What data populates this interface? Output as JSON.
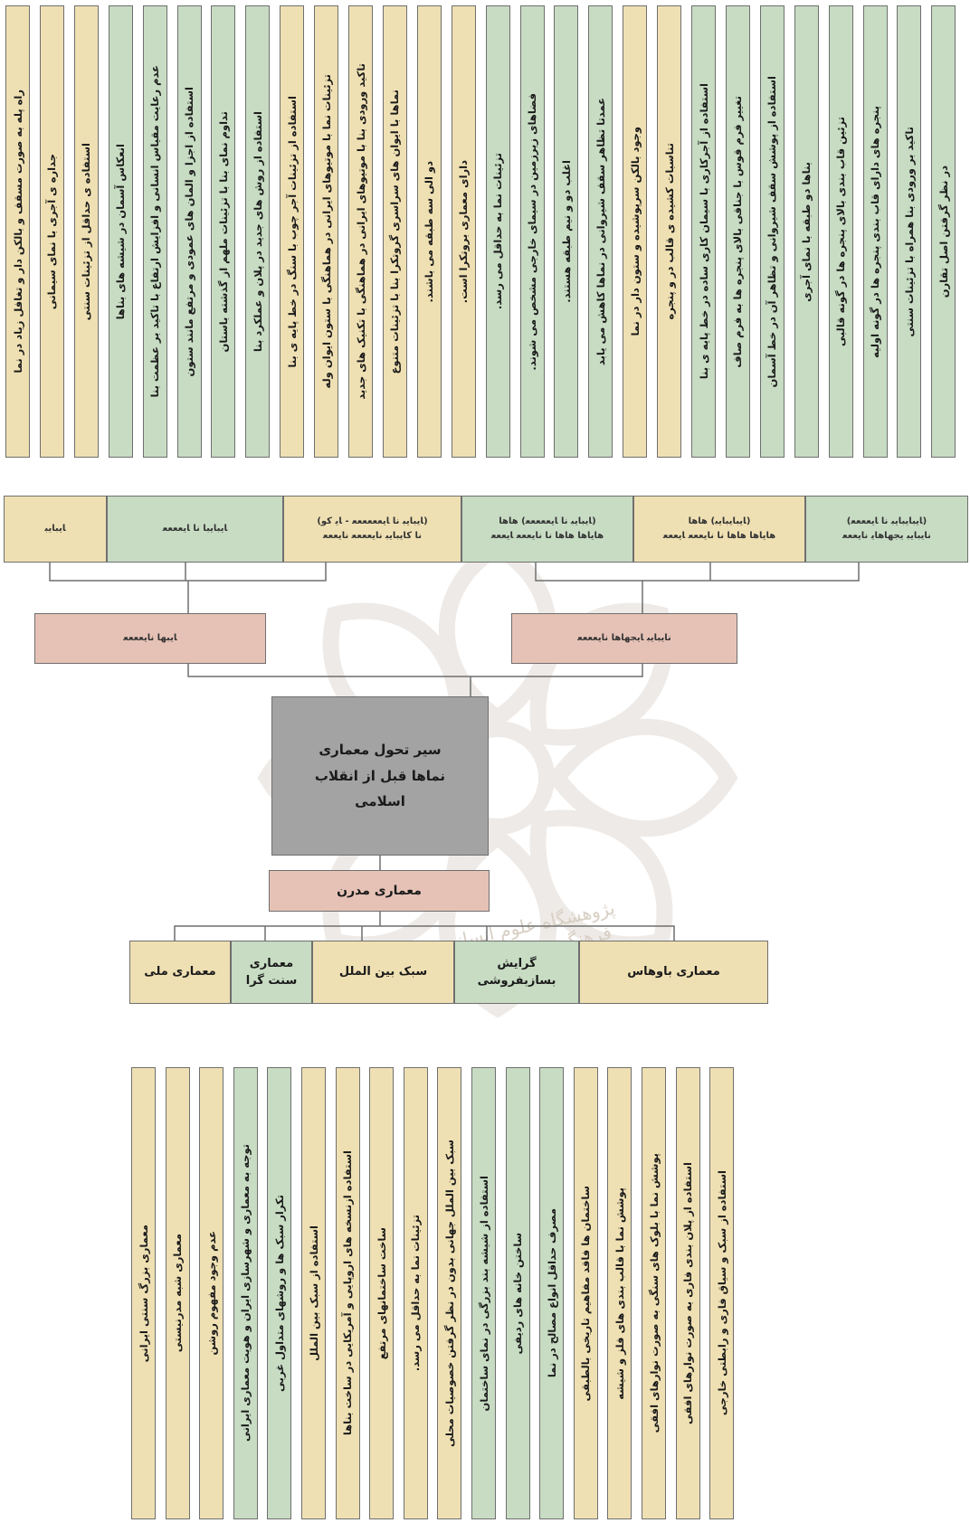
{
  "top_columns": [
    {
      "text": "در نظر گرفتن اصل تقارن",
      "color": "g"
    },
    {
      "text": "تاکید بر ورودی بنا همراه با تزئینات سنتی",
      "color": "g"
    },
    {
      "text": "پنجره های دارای قاب بندی پنجره ها در گونه اولیه",
      "color": "g"
    },
    {
      "text": "تزئین قاب بندی بالای پنجره ها در گونه قالبی",
      "color": "g"
    },
    {
      "text": "بناها دو طبقه با نمای آجری",
      "color": "g"
    },
    {
      "text": "استفاده از پوشش سقف شیروانی و تظاهر آن در خط آسمان",
      "color": "g"
    },
    {
      "text": "تغییر فرم قوس با جناقی بالای پنجره ها به فرم صاف",
      "color": "g"
    },
    {
      "text": "استفاده از آجرکاری با سیمان کاری ساده در خط پایه ی بنا",
      "color": "g"
    },
    {
      "text": "تناسبات کشیده ی قالب در و پنجره",
      "color": "y"
    },
    {
      "text": "وجود بالکن سرپوشیده و ستون دار در نما",
      "color": "y"
    },
    {
      "text": "عمدتا تظاهر سقف شیروانی در نماها کاهش می یابد",
      "color": "g"
    },
    {
      "text": "اغلب دو و نیم طبقه هستند.",
      "color": "g"
    },
    {
      "text": "فضاهای زیرزمین در سیمای خارجی مشخص می شوند.",
      "color": "g"
    },
    {
      "text": "تزئینات نما به حداقل می رسد.",
      "color": "g"
    },
    {
      "text": "دارای معماری بروتکرا است.",
      "color": "y"
    },
    {
      "text": "دو الی سه طبقه می باشند.",
      "color": "y"
    },
    {
      "text": "نماها با ایوان های سراسری گروتکرا بنا با تزئینات متنوع",
      "color": "y"
    },
    {
      "text": "تاکید ورودی بنا با موتیوهای ایرانی در هماهنگی با تکنیک های جدید",
      "color": "y"
    },
    {
      "text": "تزئینات نما با موتیوهای ایرانی در هماهنگی با ستون ایوان وله",
      "color": "y"
    },
    {
      "text": "استفاده از تزئینات آجر چوب با سنگ در خط پایه ی بنا",
      "color": "y"
    },
    {
      "text": "استفاده از روش های جدید در پلان و عملکرد بنا",
      "color": "g"
    },
    {
      "text": "تداوم نمای بنا با تزئینات ملهم از گذشته باستان",
      "color": "g"
    },
    {
      "text": "استفاده از اجزا و المان های عمودی و مرتفع مانند ستون",
      "color": "g"
    },
    {
      "text": "عدم رعایت مقیاس انسانی و افزایش ارتفاع با تاکید بر عظمت بنا",
      "color": "g"
    },
    {
      "text": "انعکاس آسمان در شیشه های بناها",
      "color": "g"
    },
    {
      "text": "استفاده ی حداقل از تزئینات سنتی",
      "color": "y"
    },
    {
      "text": "جداره ی آجری با نمای سیمانی",
      "color": "y"
    },
    {
      "text": "راه پله به صورت مسقف و بالکن دار و تغافل زیاد در نما",
      "color": "y"
    }
  ],
  "mid_boxes": [
    {
      "line1": "(ﺎﻳﺒﺎﻳﺒﺎﻳﺒ ﻧﺎ ﺎﻳﻌﻌﻌﻌ)",
      "line2": "ﻧﺎﻳﺒﺎﻳﺒ ﻳﺠﻬﺎﻫﺎﻳ ﻧﺎﻳﻌﻌﻌ",
      "color": "g"
    },
    {
      "line1": "(ﺎﻳﺒﺎﻳﺒﺎﻳﺒ) ﻫﺎﻫﺎ",
      "line2": "ﻫﺎﻳﺎﻫﺎ ﻫﺎﻫﺎ ﻧﺎ ﻧﺎﻳﻌﻌﻌ ﺎﻳﻌﻌﻌ",
      "color": "y"
    },
    {
      "line1": "(ﺎﻳﺒﺎﻳﺒ ﻧﺎ ﺎﻳﻌﻌﻌﻌﻌ) ﻫﺎﻫﺎ",
      "line2": "ﻫﺎﻳﺎﻫﺎ ﻫﺎﻫﺎ ﻧﺎ ﻧﺎﻳﻌﻌﻌ ﺎﻳﻌﻌﻌ",
      "color": "g"
    },
    {
      "line1": "(ﺎﻳﺒﺎﻳﺒ ﻧﺎ ﺎﻳﻌﻌﻌﻌﻌﻌ - ﺎﻳ ﻛﻮ)",
      "line2": "ﻧﺎ ﻛﺎﻳﺒﺎﻳﺒ ﻧﺎﻳﻌﻌﻌﻌ ﻧﺎﻳﻌﻌﻌ",
      "color": "y"
    },
    {
      "line1": "ﺎﻳﺒﺎﻳﺒﺎ ﻧﺎ ﺎﻳﻌﻌﻌﻌ",
      "line2": "",
      "color": "g"
    },
    {
      "line1": "ﺎﻳﺒﺎﻳﺒ",
      "line2": "",
      "color": "y"
    }
  ],
  "level2_boxes": [
    {
      "text": "ﻧﺎﻳﺒﺎﻳﺒ ﺎﻳﺠﻬﺎﻫﺎ ﻧﺎﻳﻌﻌﻌﻌ"
    },
    {
      "text": "ﺎﻳﺒﻬﺎ ﻧﺎﻳﻌﻌﻌﻌ"
    }
  ],
  "center": {
    "text": "سیر تحول معماری نماها قبل از انقلاب اسلامی"
  },
  "modern": {
    "text": "معماری مدرن"
  },
  "bottom_boxes": [
    {
      "text": "معماری باوهاس",
      "color": "y"
    },
    {
      "text": "گرایش بسازبفروشی",
      "color": "g"
    },
    {
      "text": "سبک بین الملل",
      "color": "y"
    },
    {
      "text": "معماری سنت گرا",
      "color": "g"
    },
    {
      "text": "معماری ملی",
      "color": "y"
    }
  ],
  "bottom_columns": [
    {
      "text": "استفاده از سبک و سیاق فاری و رابطتی خارجی",
      "color": "y"
    },
    {
      "text": "استفاده از پلان بندی فاری به صورت نوارهای افقی",
      "color": "y"
    },
    {
      "text": "پوشش نما با بلوک های سنگی به صورت نوارهای افقی",
      "color": "y"
    },
    {
      "text": "پوشش نما با قالب بندی های فلز و شیشه",
      "color": "y"
    },
    {
      "text": "ساختمان ها فاقد مفاهیم تاریخی بالطبقی",
      "color": "y"
    },
    {
      "text": "مصرف حداقل انواع مصالح در نما",
      "color": "g"
    },
    {
      "text": "ساختن خانه های ردیفی",
      "color": "g"
    },
    {
      "text": "استفاده از شیشه بند بزرگی در نمای ساختمان",
      "color": "g"
    },
    {
      "text": "سبک بین الملل جهانی بدون در نظر گرفتن خصوصیات محلی",
      "color": "y"
    },
    {
      "text": "تزئینات نما به حداقل می رسد.",
      "color": "y"
    },
    {
      "text": "ساخت ساختمانهای مرتفع",
      "color": "y"
    },
    {
      "text": "استفاده ازنسخه های اروپایی و آمریکایی در ساخت بناها",
      "color": "y"
    },
    {
      "text": "استفاده از سبک بین الملل",
      "color": "y"
    },
    {
      "text": "تکرار سبک ها و روشهای متداول غربی",
      "color": "g"
    },
    {
      "text": "توجه به معماری و شهرسازی ایران و هویت معماری ایرانی",
      "color": "g"
    },
    {
      "text": "عدم وجود مفهوم روشن",
      "color": "y"
    },
    {
      "text": "معماری شبه مدرنیستی",
      "color": "y"
    },
    {
      "text": "معماری بزرگ سنتی ایرانی",
      "color": "y"
    }
  ],
  "watermark": {
    "text": "پژوهشگاه علوم انسانی و مطالعات فرهنگی پرتال جامع علوم انسانی"
  }
}
